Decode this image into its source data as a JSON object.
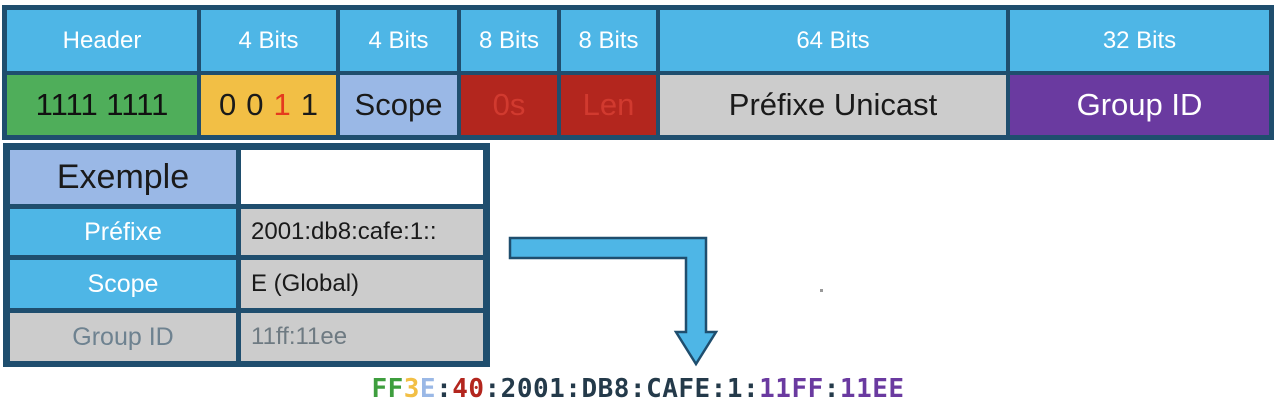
{
  "format": {
    "headers": [
      "Header",
      "4 Bits",
      "4 Bits",
      "8 Bits",
      "8 Bits",
      "64 Bits",
      "32 Bits"
    ],
    "values": [
      {
        "text": "1111 1111",
        "bg": "#4fae5a",
        "color": "#111111"
      },
      {
        "flag_digits": [
          "0",
          "0",
          "1",
          "1"
        ],
        "highlight_index": 2,
        "bg": "#f2bf45",
        "color": "#1a1a1a",
        "highlight_color": "#e53a1e"
      },
      {
        "text": "Scope",
        "bg": "#9ab8e6",
        "color": "#1a1a1a"
      },
      {
        "text": "0s",
        "bg": "#b3261e",
        "color": "#d13a2f"
      },
      {
        "text": "Len",
        "bg": "#b3261e",
        "color": "#d13a2f"
      },
      {
        "text": "Préfixe Unicast",
        "bg": "#cccccc",
        "color": "#1a1a1a"
      },
      {
        "text": "Group ID",
        "bg": "#6a3aa0",
        "color": "#ffffff"
      }
    ]
  },
  "example": {
    "title": "Exemple",
    "rows": [
      {
        "label": "Préfixe",
        "value": "2001:db8:cafe:1::"
      },
      {
        "label": "Scope",
        "value": "E (Global)"
      },
      {
        "label": "Group ID",
        "value": "11ff:11ee"
      }
    ]
  },
  "result": {
    "segments": [
      {
        "text": "FF",
        "color": "#3e9e3e"
      },
      {
        "text": "3",
        "color": "#f2bf45"
      },
      {
        "text": "E",
        "color": "#9ab8e6"
      },
      {
        "text": ":",
        "color": "#243a4a"
      },
      {
        "text": "40",
        "color": "#b3261e"
      },
      {
        "text": ":2001:DB8:CAFE:1:",
        "color": "#243a4a"
      },
      {
        "text": "11FF",
        "color": "#6a3aa0"
      },
      {
        "text": ":",
        "color": "#243a4a"
      },
      {
        "text": "11EE",
        "color": "#6a3aa0"
      }
    ]
  },
  "colors": {
    "frame": "#1f4e6e",
    "header_blue": "#4eb6e6",
    "arrow_fill": "#4eb6e6",
    "arrow_stroke": "#1f4e6e"
  }
}
